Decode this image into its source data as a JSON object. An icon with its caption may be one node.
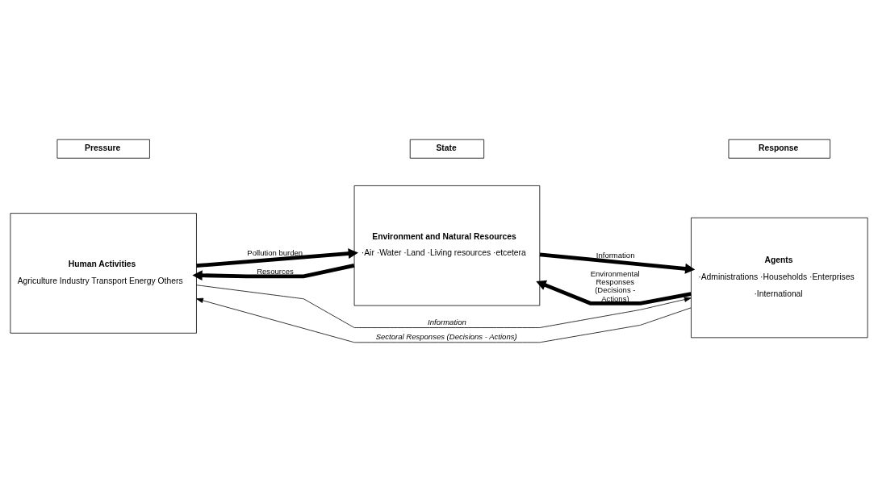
{
  "diagram": {
    "nodes": [
      {
        "text": [
          "Pressure"
        ]
      },
      {
        "text": [
          "State"
        ]
      },
      {
        "text": [
          "Response"
        ]
      },
      {
        "text": [
          "Human Activities",
          "Agriculture Industry Transport Energy Others"
        ]
      },
      {
        "text": [
          "Environment and Natural Resources",
          "·Air ·Water ·Land ·Living resources ·etcetera"
        ]
      },
      {
        "text": [
          "Agents",
          "·Administrations ·Households ·Enterprises",
          "·International"
        ]
      }
    ],
    "edges": [
      {
        "from": 3,
        "to": 4,
        "arrow": "to",
        "label": "Pollution burden"
      },
      {
        "from": 4,
        "to": 3,
        "arrow": "to",
        "label": "Resources"
      },
      {
        "from": 4,
        "to": 5,
        "arrow": "to",
        "label": "Information"
      },
      {
        "from": 5,
        "to": 4,
        "arrow": "to",
        "label": "Environmental Responses (Decisions - Actions)"
      },
      {
        "from": 3,
        "to": 5,
        "arrow": "to",
        "label": "Information"
      },
      {
        "from": 5,
        "to": 3,
        "arrow": "to",
        "label": "Sectoral Responses (Decisions - Actions)"
      }
    ]
  }
}
